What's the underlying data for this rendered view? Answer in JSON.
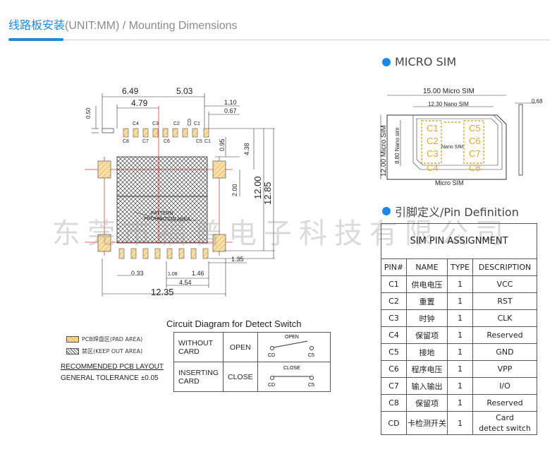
{
  "header": {
    "title_cn": "线路板安装",
    "title_en": "(UNIT:MM) / Mounting Dimensions"
  },
  "micro_sim": {
    "section_title": "MICRO SIM",
    "dims": {
      "width_micro": "15.00 Micro SIM",
      "width_nano": "12.30 Nano SIM",
      "height_micro": "12.00 Micro SIM",
      "height_nano": "8.80 Nano sim",
      "thickness": "0.68"
    },
    "labels": {
      "nano": "Nano SIM",
      "micro": "Micro SIM"
    },
    "contacts": [
      "C1",
      "C5",
      "C2",
      "C6",
      "C3",
      "C7",
      "C4",
      "C8"
    ]
  },
  "pcb": {
    "dims": {
      "d649": "6.49",
      "d503": "5.03",
      "d479": "4.79",
      "d110": "1.10",
      "d067": "0.67",
      "d050": "0.50",
      "d095": "0.95",
      "d438": "4.38",
      "d1200": "12.00",
      "d1285": "12.85",
      "d200": "2.00",
      "d135": "1.35",
      "d033": "0.33",
      "d108": "1.08",
      "d146": "1.46",
      "d454": "4.54",
      "d1235": "12.35"
    },
    "pins_top": [
      "C4",
      "C3",
      "C2",
      "CD",
      "C1"
    ],
    "pins_bottom": [
      "C8",
      "C7",
      "C6",
      "C5",
      "C1"
    ],
    "pattern_label_1": "PATTERN",
    "pattern_label_2": "PROHIBITION AREA"
  },
  "legend": {
    "pad": "PCB焊盘区(PAD AREA)",
    "keepout": "禁区(KEEP OUT AREA)",
    "recommended": "RECOMMENDED PCB LAYOUT",
    "tolerance": "GENERAL TOLERANCE ±0.05"
  },
  "circuit": {
    "title": "Circuit Diagram for Detect Switch",
    "rows": [
      {
        "label1": "WITHOUT",
        "label2": "CARD",
        "state": "OPEN",
        "diagram": "OPEN"
      },
      {
        "label1": "INSERTING",
        "label2": "CARD",
        "state": "CLOSE",
        "diagram": "CLOSE"
      }
    ],
    "cd": "CD",
    "c5": "C5"
  },
  "pin_def": {
    "section_title": "引脚定义/Pin Definition",
    "caption": "SIM PIN ASSIGNMENT",
    "columns": [
      "PIN#",
      "NAME",
      "TYPE",
      "DESCRIPTION"
    ],
    "rows": [
      {
        "pin": "C1",
        "name": "供电电压",
        "type": "1",
        "desc": "VCC"
      },
      {
        "pin": "C2",
        "name": "重置",
        "type": "1",
        "desc": "RST"
      },
      {
        "pin": "C3",
        "name": "时钟",
        "type": "1",
        "desc": "CLK"
      },
      {
        "pin": "C4",
        "name": "保留项",
        "type": "1",
        "desc": "Reserved"
      },
      {
        "pin": "C5",
        "name": "接地",
        "type": "1",
        "desc": "GND"
      },
      {
        "pin": "C6",
        "name": "程序电压",
        "type": "1",
        "desc": "VPP"
      },
      {
        "pin": "C7",
        "name": "输入输出",
        "type": "1",
        "desc": "I/O"
      },
      {
        "pin": "C8",
        "name": "保留项",
        "type": "1",
        "desc": "Reserved"
      }
    ],
    "last_row": {
      "pin": "CD",
      "name": "卡检测开关",
      "type": "1",
      "desc1": "Card",
      "desc2": "detect switch"
    }
  },
  "watermark": "东莞市福普电子科技有限公司",
  "colors": {
    "accent": "#1e88e5",
    "pad": "#f5c87a",
    "redline": "#e53935"
  }
}
